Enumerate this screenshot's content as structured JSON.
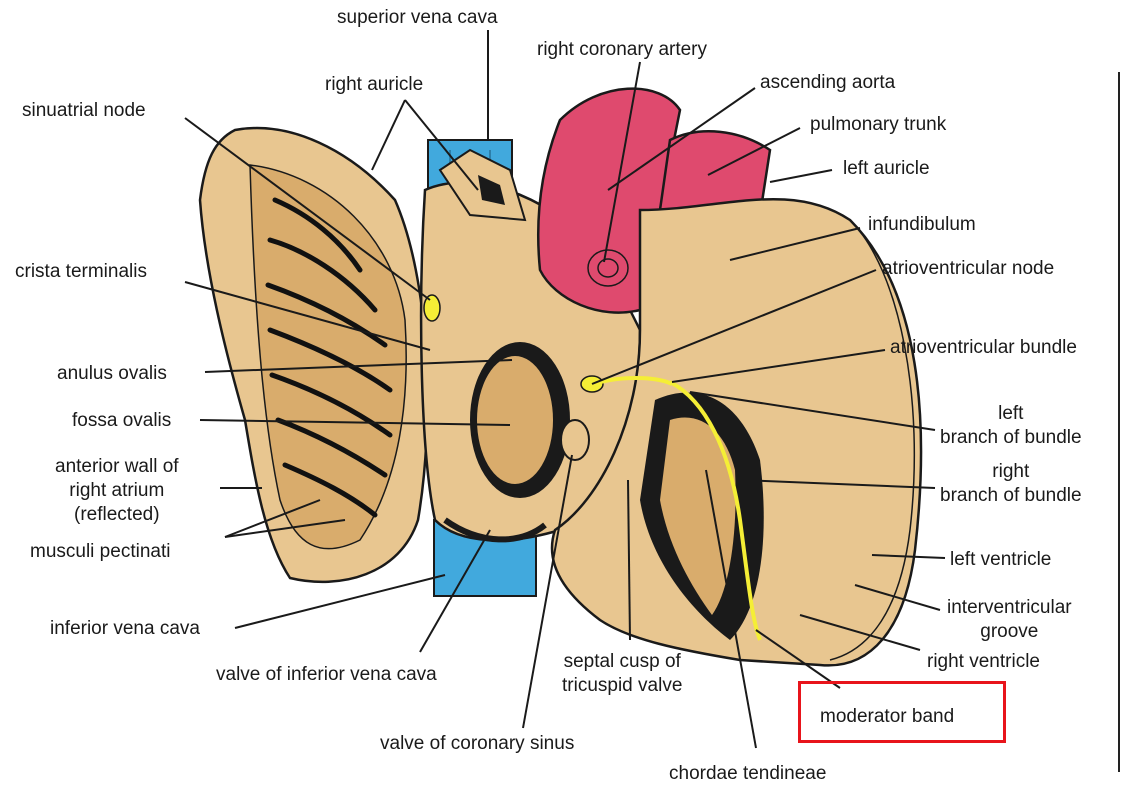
{
  "labels": {
    "superior_vena_cava": "superior vena cava",
    "right_coronary_artery": "right coronary artery",
    "right_auricle": "right auricle",
    "ascending_aorta": "ascending aorta",
    "sinuatrial_node": "sinuatrial node",
    "pulmonary_trunk": "pulmonary trunk",
    "left_auricle": "left auricle",
    "infundibulum": "infundibulum",
    "crista_terminalis": "crista terminalis",
    "atrioventricular_node": "atrioventricular node",
    "atrioventricular_bundle": "atrioventricular bundle",
    "anulus_ovalis": "anulus ovalis",
    "fossa_ovalis": "fossa ovalis",
    "left_branch": [
      "left",
      "branch of bundle"
    ],
    "right_branch": [
      "right",
      "branch of bundle"
    ],
    "anterior_wall": [
      "anterior wall of",
      "right atrium",
      "(reflected)"
    ],
    "musculi_pectinati": "musculi pectinati",
    "left_ventricle": "left ventricle",
    "interventricular_groove": [
      "interventricular",
      "groove"
    ],
    "right_ventricle": "right ventricle",
    "inferior_vena_cava": "inferior vena cava",
    "septal_cusp": [
      "septal cusp of",
      "tricuspid valve"
    ],
    "valve_ivc": "valve of inferior vena cava",
    "moderator_band": "moderator band",
    "valve_coronary_sinus": "valve of coronary sinus",
    "chordae_tendineae": "chordae tendineae"
  },
  "colors": {
    "tissue": "#e8c690",
    "tissue_dark": "#d9ac6c",
    "outline": "#1a1a1a",
    "vena_cava": "#41a9dd",
    "artery": "#df4a6e",
    "node": "#f5ee36",
    "highlight": "#e8141b"
  }
}
